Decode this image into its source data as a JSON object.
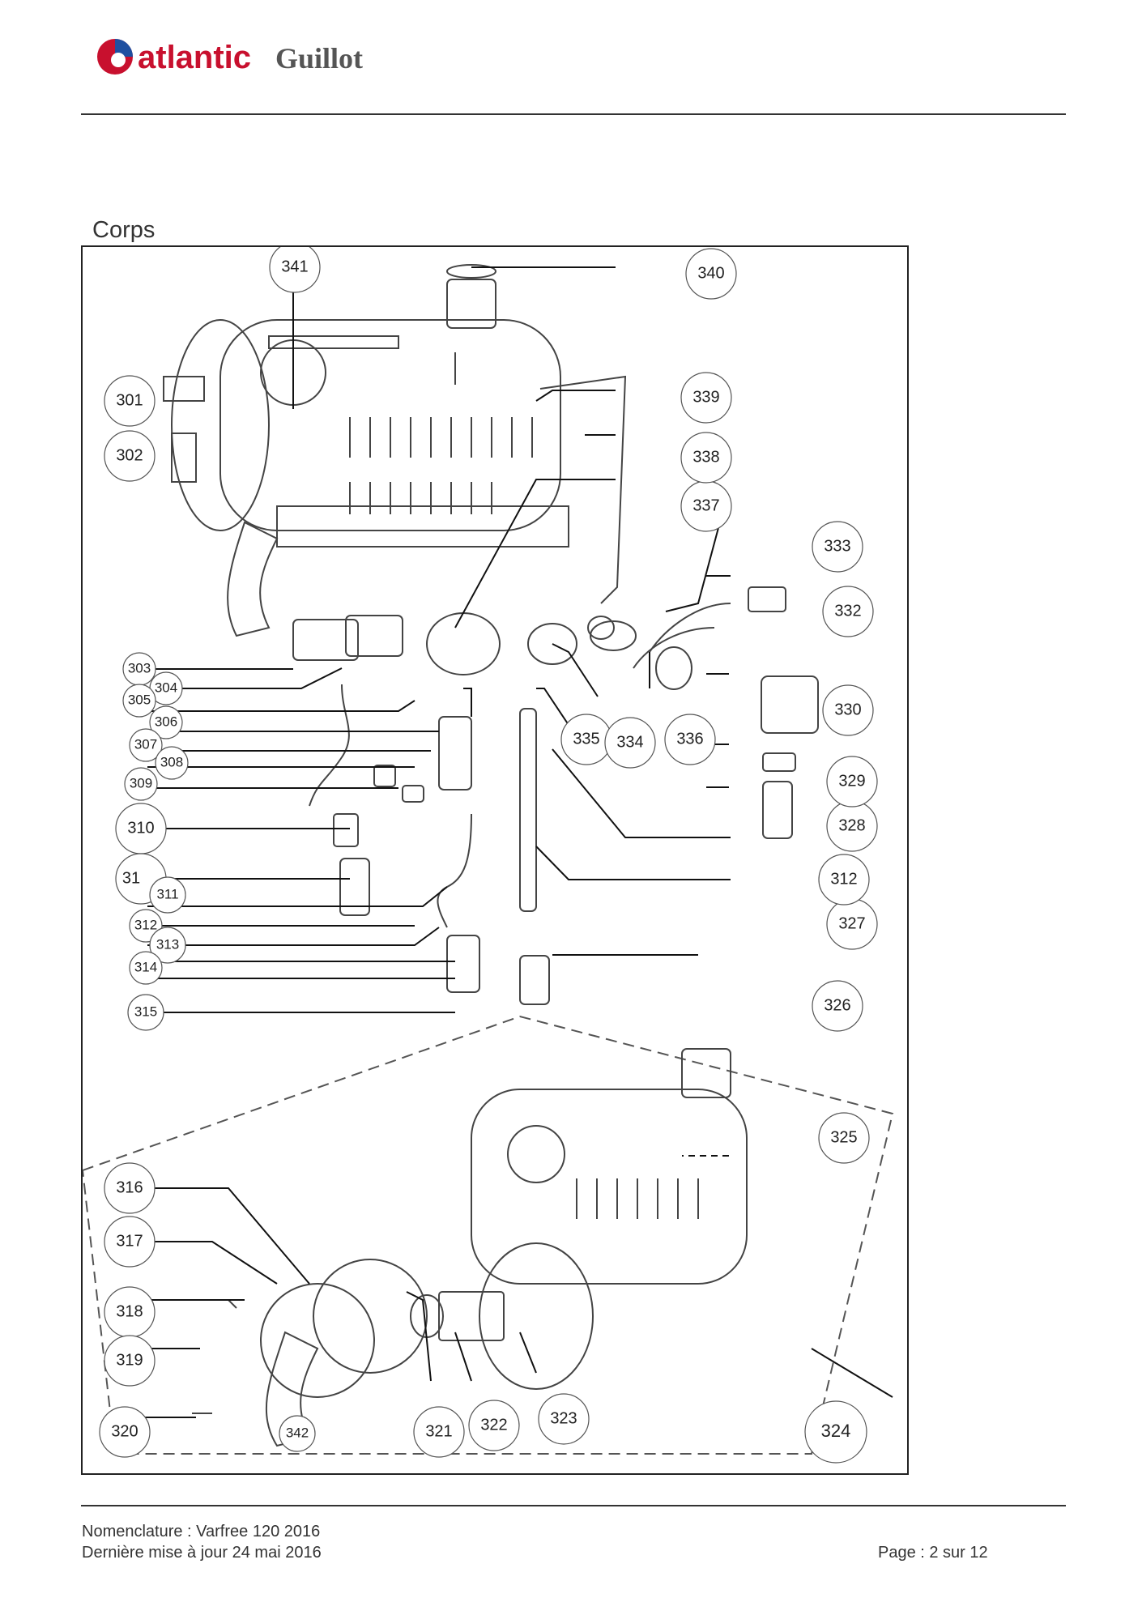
{
  "header": {
    "brand_primary": "atlantic",
    "brand_secondary": "Guillot",
    "brand_colors": {
      "primary": "#c8102e",
      "secondary": "#555555",
      "accent_blue": "#1e4fa0"
    }
  },
  "section_title": "Corps",
  "callouts": [
    "301",
    "302",
    "303",
    "304",
    "305",
    "306",
    "307",
    "308",
    "309",
    "310",
    "311",
    "312",
    "312",
    "313",
    "314",
    "315",
    "316",
    "317",
    "318",
    "319",
    "320",
    "321",
    "322",
    "323",
    "324",
    "325",
    "326",
    "327",
    "328",
    "329",
    "330",
    "332",
    "333",
    "334",
    "335",
    "336",
    "337",
    "338",
    "339",
    "340",
    "341",
    "342",
    "31"
  ],
  "footer": {
    "line1": "Nomenclature : Varfree 120 2016",
    "line2": "Dernière mise à jour 24 mai 2016",
    "page": "Page : 2 sur 12"
  }
}
